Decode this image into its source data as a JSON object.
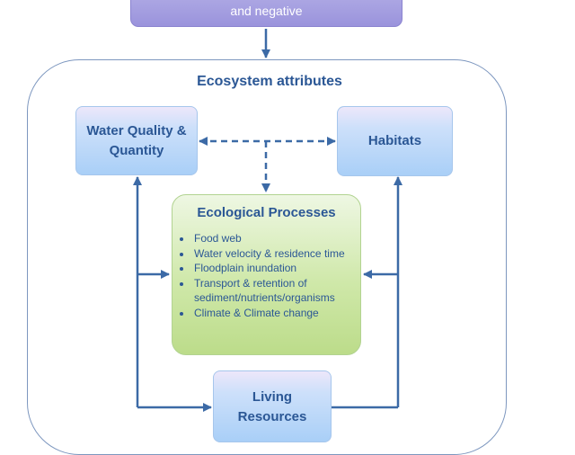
{
  "top_box": {
    "text": "and negative"
  },
  "frame": {
    "title": "Ecosystem attributes"
  },
  "water_box": {
    "line1": "Water Quality &",
    "line2": "Quantity"
  },
  "habitats_box": {
    "label": "Habitats"
  },
  "processes_box": {
    "title": "Ecological Processes",
    "items": [
      {
        "text": "Food web"
      },
      {
        "text": "Water velocity & residence time"
      },
      {
        "text": "Floodplain inundation"
      },
      {
        "text": "Transport & retention of sediment/nutrients/organisms"
      },
      {
        "text": "Climate & Climate change"
      }
    ]
  },
  "living_box": {
    "line1": "Living",
    "line2": "Resources"
  },
  "colors": {
    "arrow": "#3c6aa6",
    "text": "#2b5795",
    "top_box": "#a49fe0",
    "frame_border": "#7d97bf"
  }
}
